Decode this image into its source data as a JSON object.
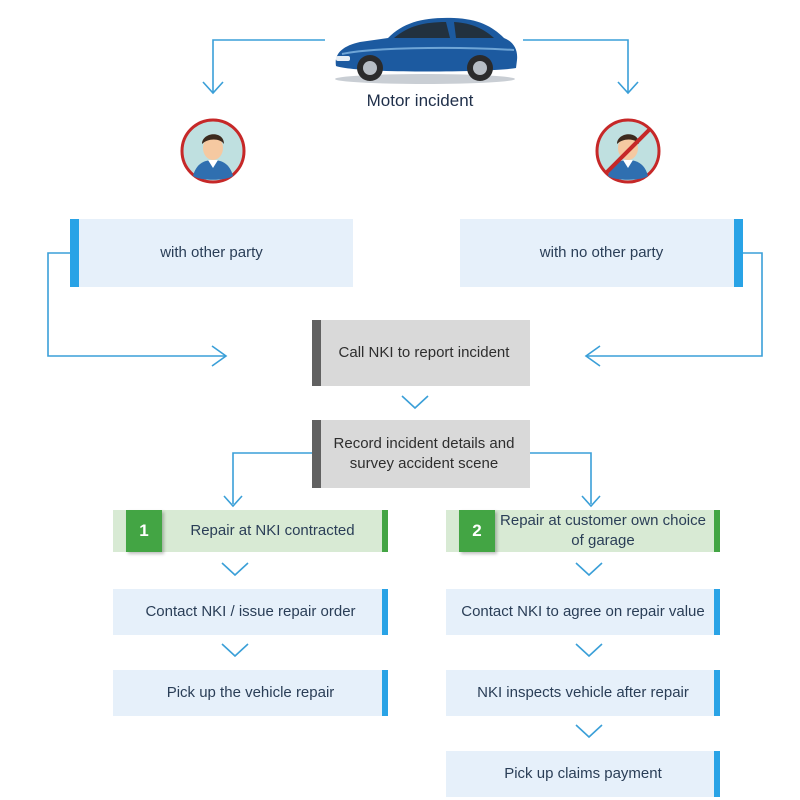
{
  "header": {
    "title": "Motor incident",
    "car_icon": "car-icon"
  },
  "parties": {
    "left": {
      "icon": "person-icon",
      "label": "with other party"
    },
    "right": {
      "icon": "no-person-icon",
      "label": "with no other party"
    }
  },
  "steps": {
    "call": "Call NKI to report incident",
    "record": "Record incident details and survey accident scene"
  },
  "options": [
    {
      "number": "1",
      "title": "Repair at NKI contracted",
      "steps": [
        "Contact NKI / issue repair order",
        "Pick up the vehicle repair"
      ]
    },
    {
      "number": "2",
      "title": "Repair at customer own choice of garage",
      "steps": [
        "Contact NKI to agree on repair value",
        "NKI inspects vehicle after repair",
        "Pick up claims payment"
      ]
    }
  ],
  "colors": {
    "accent_blue": "#29a3e6",
    "green": "#43a544",
    "dark_bar": "#616161"
  }
}
